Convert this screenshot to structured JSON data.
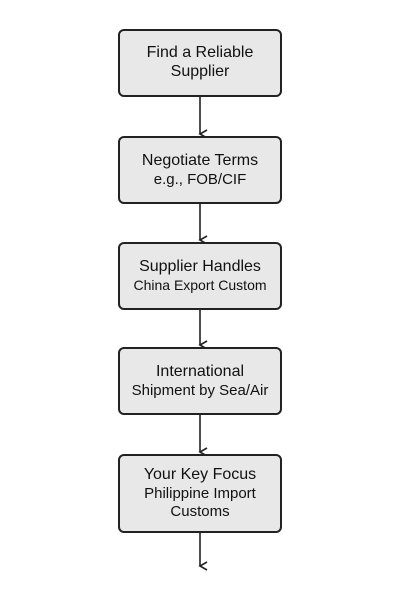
{
  "flowchart": {
    "steps": [
      {
        "lines": [
          "Find a Reliable",
          "Supplier"
        ]
      },
      {
        "lines": [
          "Negotiate Terms",
          "e.g., FOB/CIF"
        ]
      },
      {
        "lines": [
          "Supplier Handles",
          "China Export Custom"
        ]
      },
      {
        "lines": [
          "International",
          "Shipment by Sea/Air"
        ]
      },
      {
        "lines": [
          "Your Key Focus",
          "Philippine Import",
          "Customs"
        ]
      }
    ]
  },
  "colors": {
    "box_fill": "#e8e8e8",
    "box_border": "#222222",
    "text": "#111111",
    "arrow": "#222222",
    "background": "#ffffff"
  }
}
